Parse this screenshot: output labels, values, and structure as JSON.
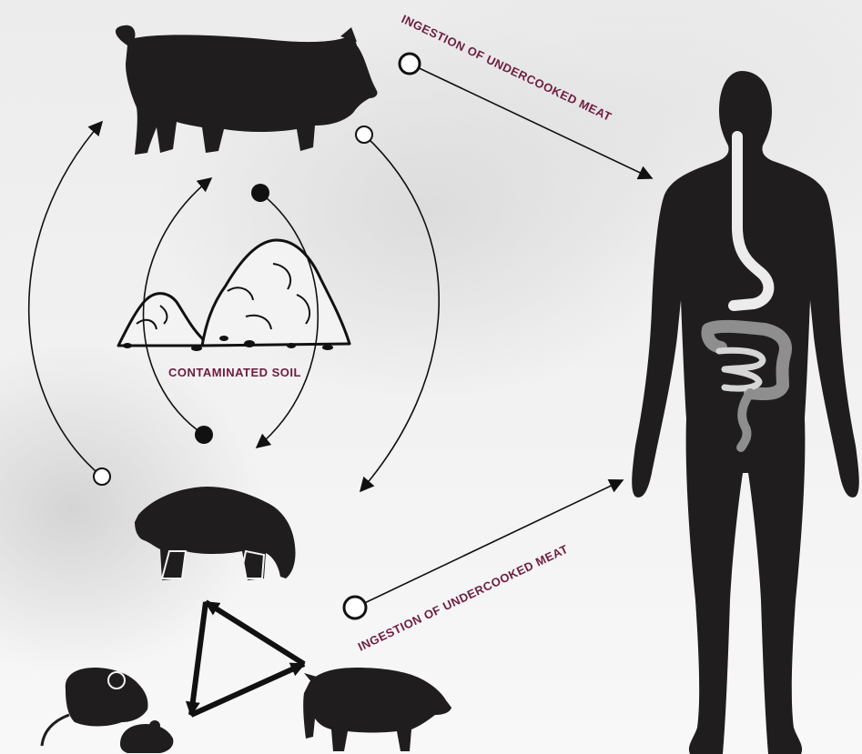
{
  "labels": {
    "pig_to_human": "INGESTION OF UNDERCOOKED MEAT",
    "boar_to_human": "INGESTION OF UNDERCOOKED MEAT",
    "soil": "CONTAMINATED SOIL"
  },
  "colors": {
    "label": "#6e1d3e",
    "silhouette": "#1f1d1e",
    "gut": "#a9a9a9"
  },
  "icons": {
    "pig": "pig-silhouette",
    "human": "human-silhouette",
    "soil": "soil-mounds-icon",
    "bear": "bear-silhouette",
    "rat": "rat-silhouette",
    "mouse": "mouse-silhouette",
    "boar": "wild-boar-silhouette"
  }
}
